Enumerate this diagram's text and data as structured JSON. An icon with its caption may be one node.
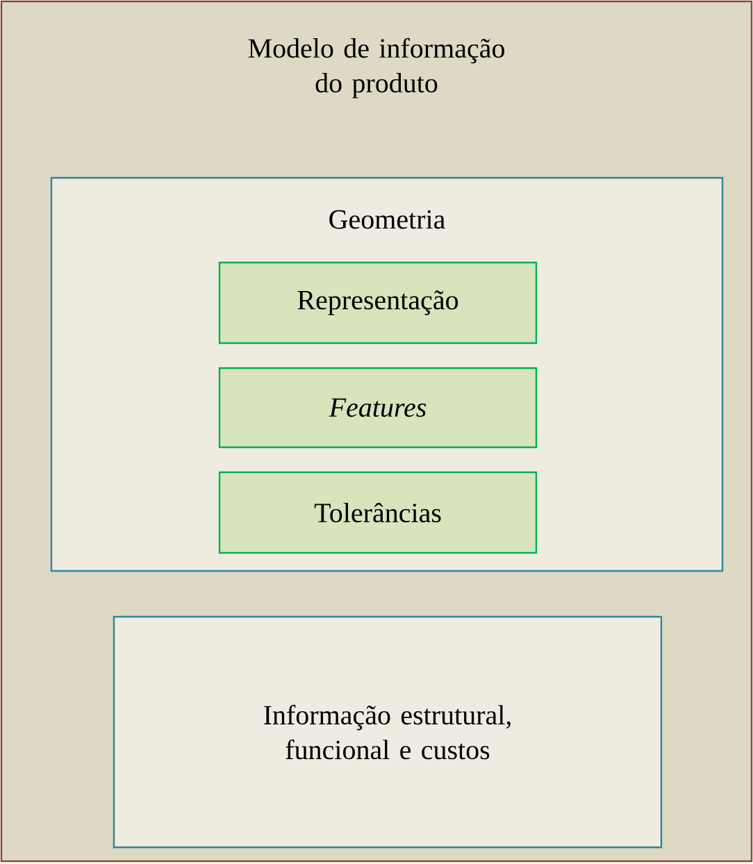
{
  "diagram": {
    "nodes": [
      {
        "text": [
          "Modelo de informação do produto"
        ]
      },
      {
        "text": [
          "Geometria"
        ],
        "in": 0
      },
      {
        "text": [
          "Representação"
        ],
        "in": 1
      },
      {
        "text": [
          "Features"
        ],
        "in": 1
      },
      {
        "text": [
          "Tolerâncias"
        ],
        "in": 1
      },
      {
        "text": [
          "Informação estrutural, funcional e custos"
        ],
        "in": 0
      }
    ]
  }
}
